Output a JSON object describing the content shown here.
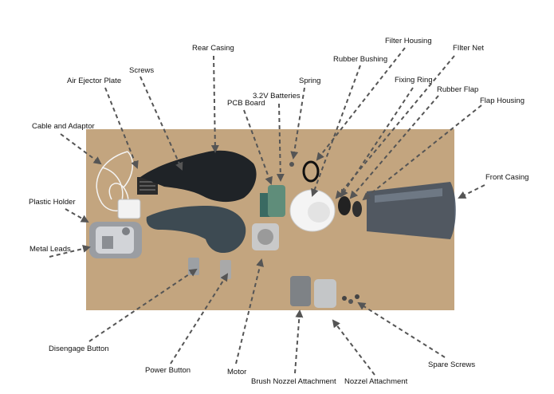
{
  "labels": {
    "rear_casing": "Rear Casing",
    "filter_housing": "Filter Housing",
    "filter_net": "FIlter Net",
    "rubber_bushing": "Rubber Bushing",
    "screws": "Screws",
    "air_ejector_plate": "Air Ejector Plate",
    "spring": "Spring",
    "batteries": "3.2V Batteries",
    "fixing_ring": "Fixing Ring",
    "rubber_flap": "Rubber Flap",
    "pcb_board": "PCB Board",
    "flap_housing": "Flap Housing",
    "cable_and_adaptor": "Cable and Adaptor",
    "front_casing": "Front Casing",
    "plastic_holder": "Plastic Holder",
    "metal_leads": "Metal Leads",
    "disengage_button": "Disengage Button",
    "spare_screws": "Spare Screws",
    "power_button": "Power Button",
    "motor": "Motor",
    "brush_nozzel_attachment": "Brush Nozzel Attachment",
    "nozzel_attachment": "Nozzel Attachment"
  },
  "colors": {
    "photo_background": "#c9ab84",
    "arrow": "#555555"
  }
}
